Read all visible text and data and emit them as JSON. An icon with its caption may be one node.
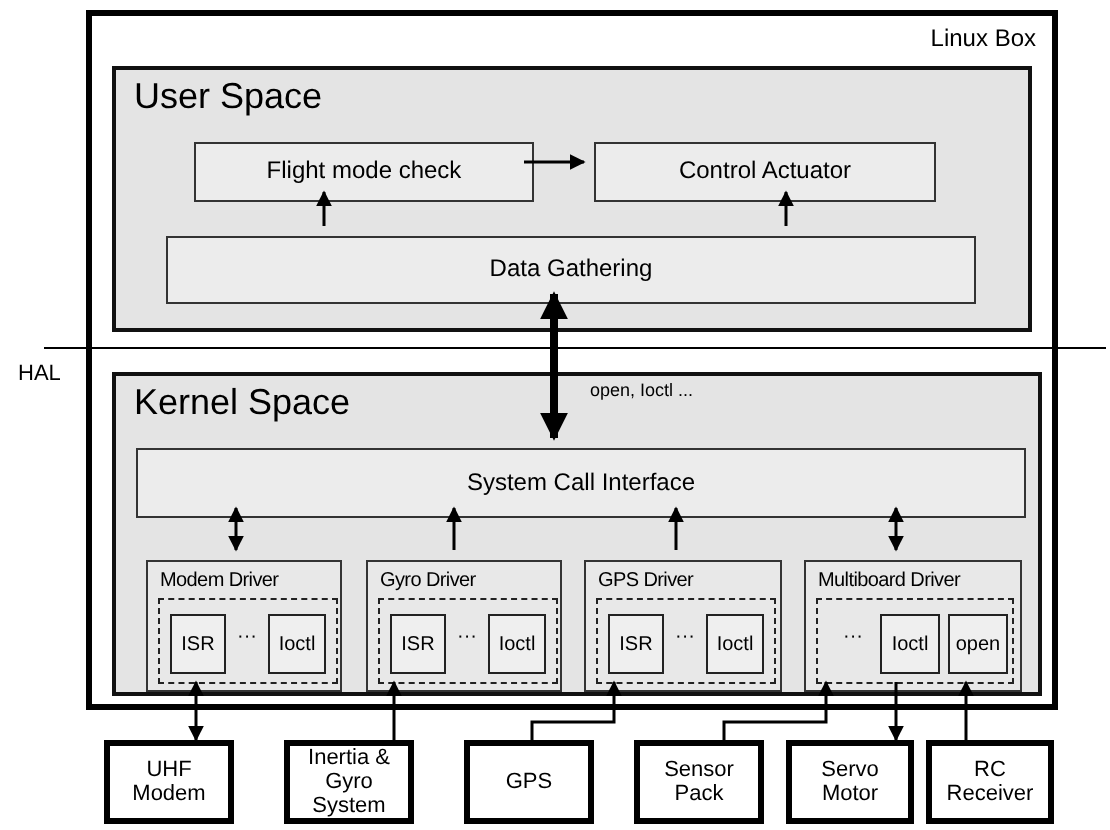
{
  "diagram": {
    "nodes": [
      {
        "text": [
          "Linux Box"
        ]
      },
      {
        "text": [
          "User Space"
        ],
        "in": 0
      },
      {
        "text": [
          "Flight mode check"
        ],
        "in": 1
      },
      {
        "text": [
          "Control Actuator"
        ],
        "in": 1
      },
      {
        "text": [
          "Data Gathering"
        ],
        "in": 1
      },
      {
        "text": [
          "Kernel Space"
        ],
        "in": 0
      },
      {
        "text": [
          "System Call Interface"
        ],
        "in": 5
      },
      {
        "text": [
          "Modem Driver"
        ],
        "in": 5
      },
      {
        "text": [
          "···"
        ],
        "in": 7
      },
      {
        "text": [
          "ISR"
        ],
        "in": 8
      },
      {
        "text": [
          "Ioctl"
        ],
        "in": 8
      },
      {
        "text": [
          "Gyro Driver"
        ],
        "in": 5
      },
      {
        "text": [
          "···"
        ],
        "in": 11
      },
      {
        "text": [
          "ISR"
        ],
        "in": 12
      },
      {
        "text": [
          "Ioctl"
        ],
        "in": 12
      },
      {
        "text": [
          "GPS Driver"
        ],
        "in": 5
      },
      {
        "text": [
          "···"
        ],
        "in": 15
      },
      {
        "text": [
          "ISR"
        ],
        "in": 16
      },
      {
        "text": [
          "Ioctl"
        ],
        "in": 16
      },
      {
        "text": [
          "Multiboard Driver"
        ],
        "in": 5
      },
      {
        "text": [
          "···"
        ],
        "in": 19
      },
      {
        "text": [
          "Ioctl"
        ],
        "in": 20
      },
      {
        "text": [
          "open"
        ],
        "in": 20
      },
      {
        "text": [
          "UHF Modem"
        ]
      },
      {
        "text": [
          "Inertia & Gyro System"
        ]
      },
      {
        "text": [
          "GPS"
        ]
      },
      {
        "text": [
          "Sensor Pack"
        ]
      },
      {
        "text": [
          "Servo Motor"
        ]
      },
      {
        "text": [
          "RC Receiver"
        ]
      }
    ],
    "edges": [
      {
        "from": 2,
        "to": 3,
        "arrow": "to"
      },
      {
        "from": 4,
        "to": 2,
        "arrow": "to"
      },
      {
        "from": 4,
        "to": 3,
        "arrow": "to"
      },
      {
        "from": 4,
        "to": 6,
        "arrow": "both",
        "style": "thick",
        "label": "open, Ioctl ..."
      },
      {
        "from": 6,
        "to": 7,
        "arrow": "both"
      },
      {
        "from": 11,
        "to": 6,
        "arrow": "to"
      },
      {
        "from": 15,
        "to": 6,
        "arrow": "to"
      },
      {
        "from": 6,
        "to": 19,
        "arrow": "both"
      },
      {
        "from": 7,
        "to": 23,
        "arrow": "both"
      },
      {
        "from": 24,
        "to": 11,
        "arrow": "to"
      },
      {
        "from": 25,
        "to": 15,
        "arrow": "to"
      },
      {
        "from": 26,
        "to": 19,
        "arrow": "to"
      },
      {
        "from": 19,
        "to": 27,
        "arrow": "to"
      },
      {
        "from": 28,
        "to": 19,
        "arrow": "to"
      }
    ],
    "labels": [
      "HAL"
    ]
  }
}
